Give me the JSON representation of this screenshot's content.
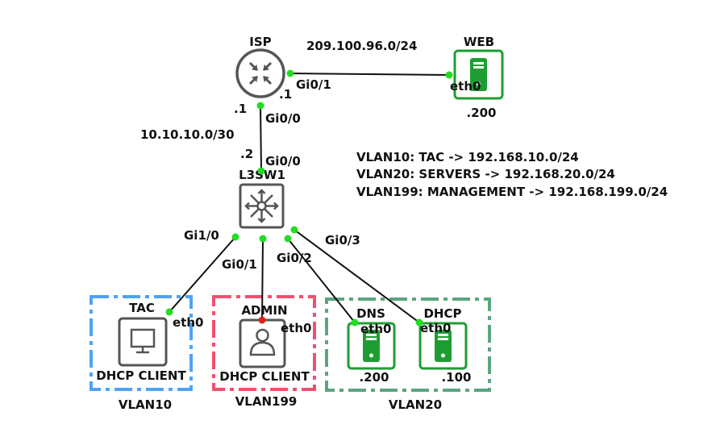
{
  "devices": {
    "isp": {
      "name": "ISP",
      "icon": "router-icon"
    },
    "web": {
      "name": "WEB",
      "icon": "server-icon",
      "ip": ".200"
    },
    "l3sw1": {
      "name": "L3SW1",
      "icon": "layer3-switch-icon"
    },
    "tac": {
      "name": "TAC",
      "icon": "monitor-icon",
      "role": "DHCP CLIENT"
    },
    "admin": {
      "name": "ADMIN",
      "icon": "user-icon",
      "role": "DHCP CLIENT"
    },
    "dns": {
      "name": "DNS",
      "icon": "server-icon",
      "ip": ".200"
    },
    "dhcp": {
      "name": "DHCP",
      "icon": "server-icon",
      "ip": ".100"
    }
  },
  "networks": {
    "isp_web": "209.100.96.0/24",
    "isp_l3sw1": "10.10.10.0/30"
  },
  "interfaces": {
    "isp_gi0_1": "Gi0/1",
    "isp_gi0_1_ip": ".1",
    "web_eth0": "eth0",
    "isp_gi0_0": "Gi0/0",
    "isp_gi0_0_ip": ".1",
    "l3sw1_gi0_0": "Gi0/0",
    "l3sw1_gi0_0_ip": ".2",
    "l3sw1_gi1_0": "Gi1/0",
    "l3sw1_gi0_1": "Gi0/1",
    "l3sw1_gi0_2": "Gi0/2",
    "l3sw1_gi0_3": "Gi0/3",
    "tac_eth0": "eth0",
    "admin_eth0": "eth0",
    "dns_eth0": "eth0",
    "dhcp_eth0": "eth0"
  },
  "vlan_info": [
    "VLAN10: TAC -> 192.168.10.0/24",
    "VLAN20: SERVERS -> 192.168.20.0/24",
    "VLAN199: MANAGEMENT -> 192.168.199.0/24"
  ],
  "vlan_groups": {
    "vlan10": {
      "label": "VLAN10",
      "color": "#4da3f5"
    },
    "vlan199": {
      "label": "VLAN199",
      "color": "#f0506e"
    },
    "vlan20": {
      "label": "VLAN20",
      "color": "#5aa67f"
    }
  },
  "colors": {
    "link_up_dot": "#22dd22",
    "link_down_dot": "#dd2222",
    "server_green": "#1e9e32",
    "device_gray": "#555555"
  }
}
